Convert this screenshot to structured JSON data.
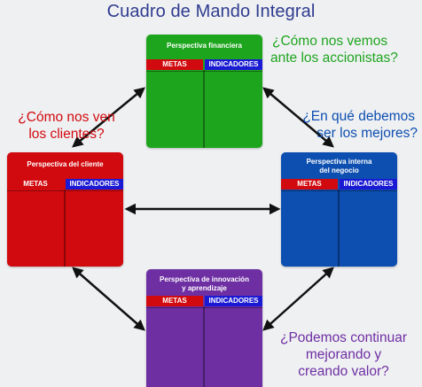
{
  "title": "Cuadro de Mando Integral",
  "cards": {
    "financiera": {
      "title": "Perspectiva financiera",
      "metas": "METAS",
      "indicadores": "INDICADORES",
      "color": "#1ea51e"
    },
    "cliente": {
      "title": "Perspectiva del cliente",
      "metas": "METAS",
      "indicadores": "INDICADORES",
      "color": "#d10a0f"
    },
    "interna": {
      "title_line1": "Perspectiva interna",
      "title_line2": "del negocio",
      "metas": "METAS",
      "indicadores": "INDICADORES",
      "color": "#0d4fb0"
    },
    "innovacion": {
      "title_line1": "Perspectiva de innovación",
      "title_line2": "y aprendizaje",
      "metas": "METAS",
      "indicadores": "INDICADORES",
      "color": "#6e2fa3"
    }
  },
  "questions": {
    "financiera": {
      "line1": "¿Cómo nos vemos",
      "line2": "ante los accionistas?",
      "color": "#1ea51e"
    },
    "cliente": {
      "line1": "¿Cómo nos ven",
      "line2": "los clientes?",
      "color": "#d10a0f"
    },
    "interna": {
      "line1": "¿En qué debemos",
      "line2": "ser los mejores?",
      "color": "#0d4fb0"
    },
    "innovacion": {
      "line1": "¿Podemos continuar",
      "line2": "mejorando y",
      "line3": "creando valor?",
      "color": "#6e2fa3"
    }
  }
}
